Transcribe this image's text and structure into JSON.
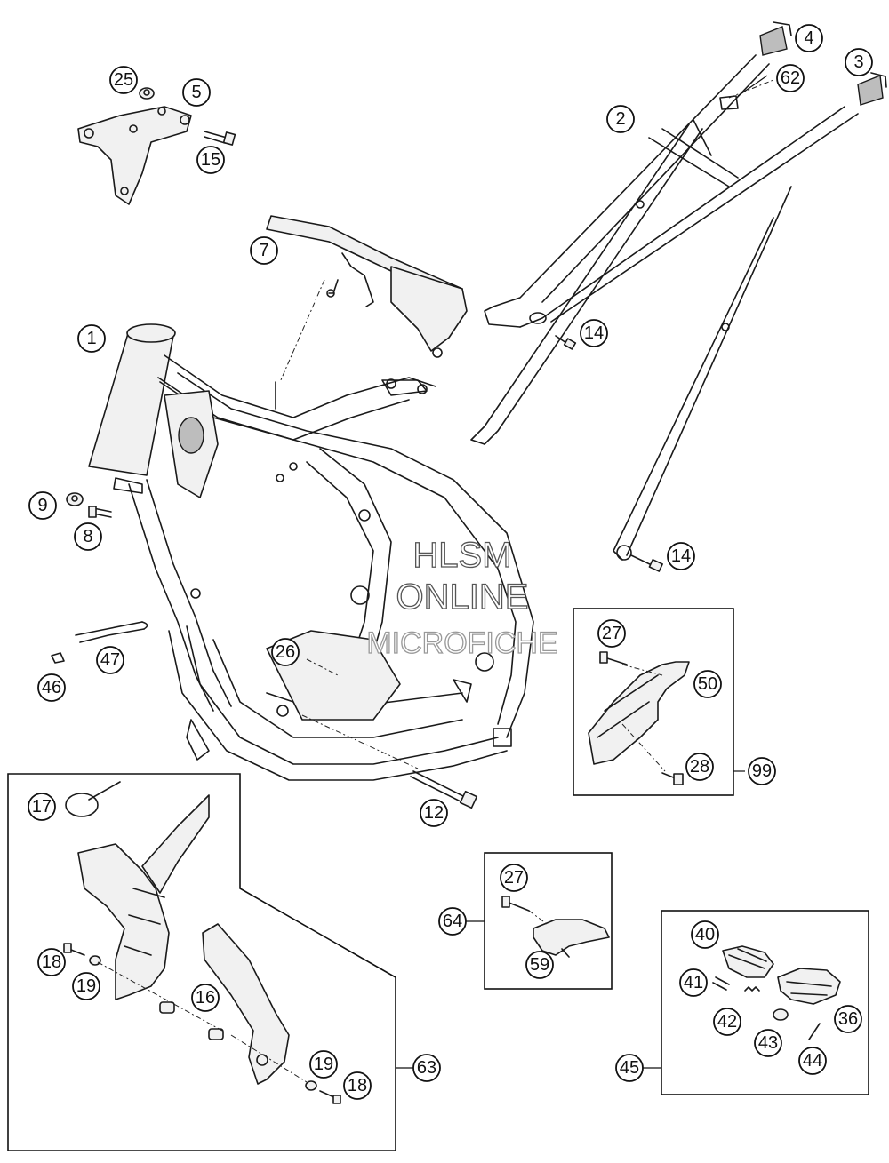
{
  "callouts": {
    "c1": "1",
    "c2": "2",
    "c3": "3",
    "c4": "4",
    "c5": "5",
    "c7": "7",
    "c8": "8",
    "c9": "9",
    "c12": "12",
    "c14a": "14",
    "c14b": "14",
    "c15": "15",
    "c16": "16",
    "c17": "17",
    "c18a": "18",
    "c18b": "18",
    "c19a": "19",
    "c19b": "19",
    "c25": "25",
    "c26": "26",
    "c27a": "27",
    "c27b": "27",
    "c28": "28",
    "c36": "36",
    "c40": "40",
    "c41": "41",
    "c42": "42",
    "c43": "43",
    "c44": "44",
    "c45": "45",
    "c46": "46",
    "c47": "47",
    "c50": "50",
    "c59": "59",
    "c62": "62",
    "c63": "63",
    "c64": "64",
    "c99": "99"
  },
  "watermark": {
    "line1": "HLSM",
    "line2": "ONLINE",
    "line3": "MICROFICHE"
  }
}
